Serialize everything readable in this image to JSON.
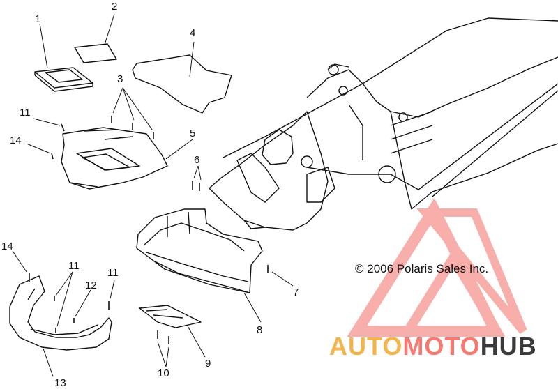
{
  "callouts": [
    "1",
    "2",
    "3",
    "4",
    "5",
    "6",
    "7",
    "8",
    "9",
    "10",
    "11",
    "12",
    "13",
    "14"
  ],
  "callout_11_repeats": [
    "11",
    "11",
    "11"
  ],
  "callout_14_repeats": [
    "14",
    "14"
  ],
  "copyright": "© 2006 Polaris Sales Inc.",
  "watermark": {
    "part1": "AUTO",
    "part2": "MOTO",
    "part3": "HUB",
    "colors": {
      "auto": "#f5b44a",
      "moto": "#f47a72",
      "hub": "#3a3a3a",
      "logo": "#f47a72"
    }
  }
}
